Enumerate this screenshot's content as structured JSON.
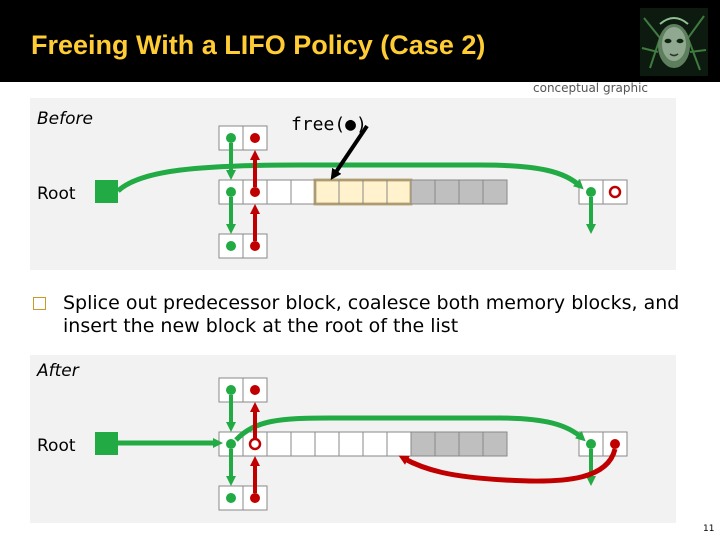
{
  "slide": {
    "title": "Freeing With a LIFO Policy (Case 2)",
    "note": "conceptual graphic",
    "page_number": "11"
  },
  "before": {
    "label": "Before",
    "root_label": "Root",
    "free_call": "free(●)"
  },
  "bullet": {
    "text": "Splice out predecessor block, coalesce both memory blocks, and insert the new block at the root of the list"
  },
  "after": {
    "label": "After",
    "root_label": "Root"
  },
  "colors": {
    "title": "#ffcc33",
    "title_bar": "#000000",
    "panel": "#f2f2f2",
    "next_pointer": "#22aa44",
    "prev_pointer": "#c00000",
    "allocated": "#bfbfbf",
    "freed_highlight": "#fff2cc"
  },
  "icons": {
    "bullet": "hollow-square-bullet",
    "logo": "android-face-logo"
  }
}
